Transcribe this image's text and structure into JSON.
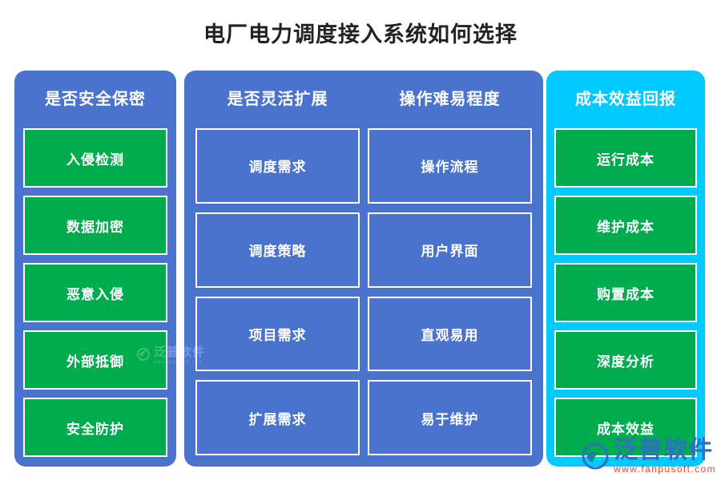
{
  "page": {
    "title": "电厂电力调度接入系统如何选择"
  },
  "colors": {
    "panel_blue": "#4A73CE",
    "panel_cyan": "#00CAFF",
    "card_green": "#00AC4E",
    "card_border": "#FFFFFF",
    "title_text": "#222222",
    "watermark_brand": "#2F6FC4",
    "watermark_url": "#D94A2B"
  },
  "panels": [
    {
      "id": "security",
      "header": "是否安全保密",
      "style": "blue",
      "cards": [
        {
          "label": "入侵检测",
          "style": "green"
        },
        {
          "label": "数据加密",
          "style": "green"
        },
        {
          "label": "恶意入侵",
          "style": "green"
        },
        {
          "label": "外部抵御",
          "style": "green"
        },
        {
          "label": "安全防护",
          "style": "green"
        }
      ]
    },
    {
      "id": "middle",
      "style": "blue",
      "columns": [
        {
          "id": "scalability",
          "header": "是否灵活扩展",
          "cards": [
            {
              "label": "调度需求",
              "style": "ghost"
            },
            {
              "label": "调度策略",
              "style": "ghost"
            },
            {
              "label": "项目需求",
              "style": "ghost"
            },
            {
              "label": "扩展需求",
              "style": "ghost"
            }
          ]
        },
        {
          "id": "usability",
          "header": "操作难易程度",
          "cards": [
            {
              "label": "操作流程",
              "style": "ghost"
            },
            {
              "label": "用户界面",
              "style": "ghost"
            },
            {
              "label": "直观易用",
              "style": "ghost"
            },
            {
              "label": "易于维护",
              "style": "ghost"
            }
          ]
        }
      ]
    },
    {
      "id": "cost",
      "header": "成本效益回报",
      "style": "cyan",
      "cards": [
        {
          "label": "运行成本",
          "style": "green"
        },
        {
          "label": "维护成本",
          "style": "green"
        },
        {
          "label": "购置成本",
          "style": "green"
        },
        {
          "label": "深度分析",
          "style": "green"
        },
        {
          "label": "成本效益",
          "style": "green"
        }
      ]
    }
  ],
  "watermarks": {
    "center": {
      "brand": "泛普软件",
      "url": "www.fanpusoft.com"
    },
    "corner": {
      "brand": "泛普软件",
      "url": "www.fanpusoft.com"
    }
  }
}
